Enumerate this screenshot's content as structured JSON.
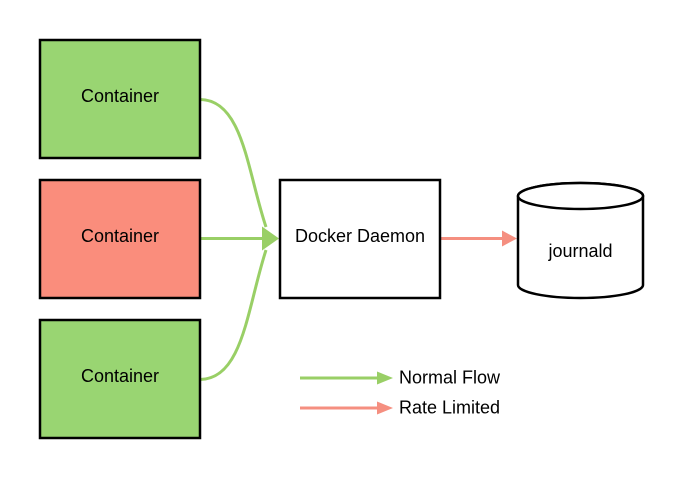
{
  "diagram": {
    "nodes": {
      "container_top": {
        "label": "Container"
      },
      "container_middle": {
        "label": "Container"
      },
      "container_bottom": {
        "label": "Container"
      },
      "docker_daemon": {
        "label": "Docker Daemon"
      },
      "journald": {
        "label": "journald"
      }
    },
    "legend": {
      "normal_flow_label": "Normal Flow",
      "rate_limited_label": "Rate Limited"
    },
    "colors": {
      "normal_flow_green": "#99CF66",
      "rate_limited_red": "#F58F80",
      "container_green_fill": "#99D572",
      "container_red_fill": "#FA8D7C",
      "node_fill_white": "#FFFFFF",
      "border_black": "#000000",
      "text_black": "#000000"
    }
  }
}
